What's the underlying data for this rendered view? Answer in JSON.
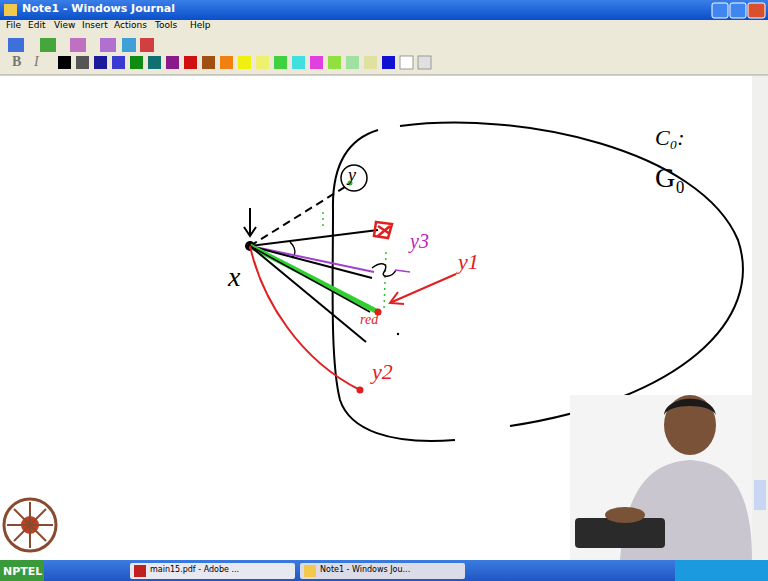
{
  "diagram": {
    "labels": [
      "Note1 - Windows Journal",
      "File",
      "Edit",
      "View",
      "Insert",
      "Actions",
      "Tools",
      "Help",
      "B",
      "I",
      "x",
      "y",
      "y3",
      "y1",
      "red",
      "y2",
      "C₀:",
      "G₀",
      "NPTEL",
      "main15.pdf - Adobe ...",
      "Note1 - Windows Jou..."
    ]
  }
}
